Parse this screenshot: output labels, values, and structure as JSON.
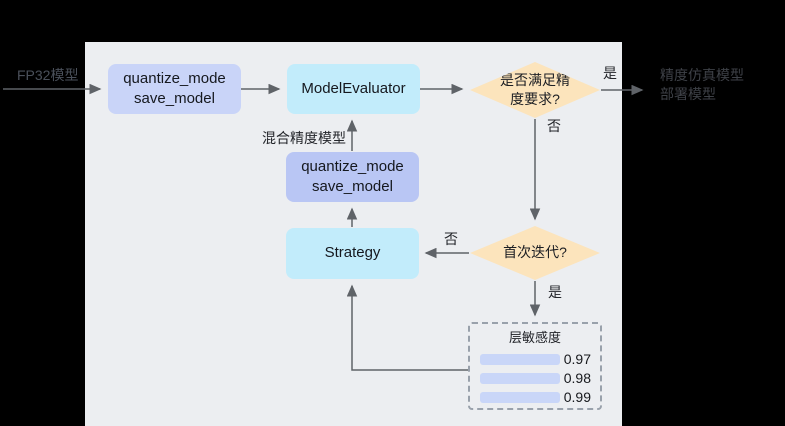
{
  "colors": {
    "background": "#000000",
    "panel": "#eceef1",
    "quantize_box_1": "#c9d4f8",
    "quantize_box_2": "#b9c6f4",
    "cyan_box": "#c2ecfb",
    "decision_diamond": "#fce4bc",
    "sensitivity_bar": "#c9d6f8",
    "connector": "#5f6368"
  },
  "external": {
    "input_label": "FP32模型",
    "output_label": "精度仿真模型\n部署模型"
  },
  "nodes": {
    "quantize1": "quantize_mode\nsave_model",
    "model_evaluator": "ModelEvaluator",
    "accuracy_decision": "是否满足精\n度要求?",
    "quantize2": "quantize_mode\nsave_model",
    "strategy": "Strategy",
    "first_iteration_decision": "首次迭代?"
  },
  "edge_labels": {
    "accuracy_yes": "是",
    "accuracy_no": "否",
    "mixed_precision_model": "混合精度模型",
    "first_iteration_no": "否",
    "first_iteration_yes": "是"
  },
  "sensitivity_panel": {
    "title": "层敏感度",
    "rows": [
      {
        "value": "0.97"
      },
      {
        "value": "0.98"
      },
      {
        "value": "0.99"
      }
    ]
  }
}
